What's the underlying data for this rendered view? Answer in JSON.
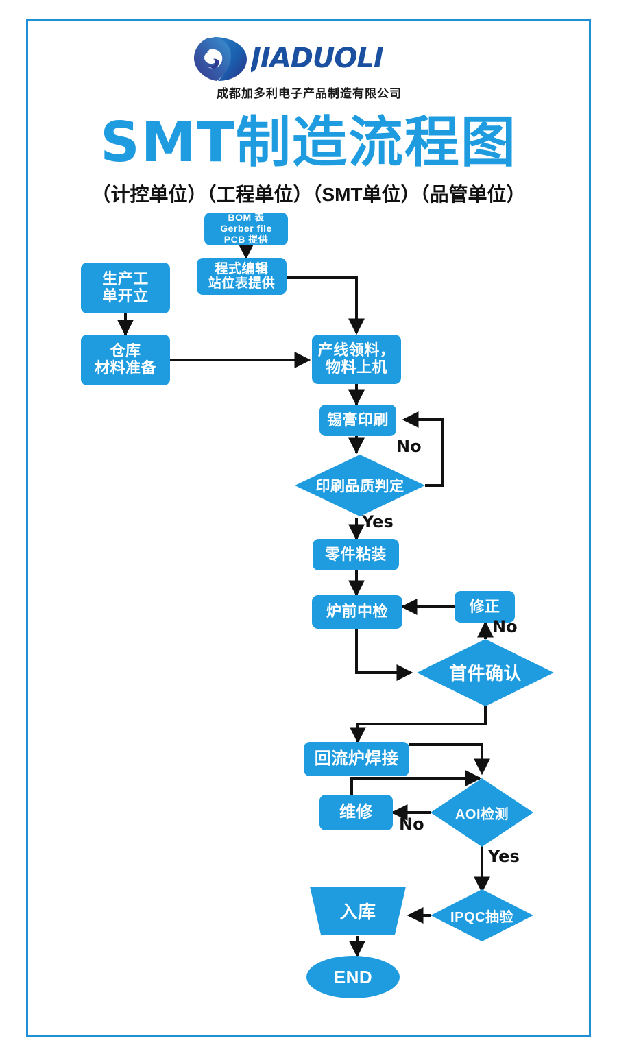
{
  "page": {
    "accent_blue": "#1f9ce0",
    "frame_blue": "#1f8fd6",
    "arrow_black": "#111111",
    "background": "#ffffff"
  },
  "header": {
    "logo_icon": "jiaduoli-swirl-logo",
    "logo_wordmark": "JIADUOLI",
    "company_name": "成都加多利电子产品制造有限公司"
  },
  "title": {
    "main": "SMT制造流程图",
    "sub": "（计控单位）（工程单位）（SMT单位）（品管单位）"
  },
  "flowchart": {
    "type": "process-flowchart",
    "nodes": [
      {
        "id": "bom",
        "shape": "rounded-rect",
        "label": "BOM 表\nGerber file\nPCB 提供"
      },
      {
        "id": "program",
        "shape": "rounded-rect",
        "label": "程式编辑\n站位表提供"
      },
      {
        "id": "workorder",
        "shape": "rounded-rect",
        "label": "生产工\n单开立"
      },
      {
        "id": "warehouse",
        "shape": "rounded-rect",
        "label": "仓库\n材料准备"
      },
      {
        "id": "feeding",
        "shape": "rounded-rect",
        "label": "产线领料，\n物料上机"
      },
      {
        "id": "printing",
        "shape": "rounded-rect",
        "label": "锡膏印刷"
      },
      {
        "id": "printqc",
        "shape": "diamond",
        "label": "印刷品质判定"
      },
      {
        "id": "placement",
        "shape": "rounded-rect",
        "label": "零件粘装"
      },
      {
        "id": "preoven",
        "shape": "rounded-rect",
        "label": "炉前中检"
      },
      {
        "id": "rework1",
        "shape": "rounded-rect",
        "label": "修正"
      },
      {
        "id": "firstarticle",
        "shape": "diamond",
        "label": "首件确认"
      },
      {
        "id": "reflow",
        "shape": "rounded-rect",
        "label": "回流炉焊接"
      },
      {
        "id": "repair",
        "shape": "rounded-rect",
        "label": "维修"
      },
      {
        "id": "aoi",
        "shape": "diamond",
        "label": "AOI检测"
      },
      {
        "id": "ipqc",
        "shape": "diamond",
        "label": "IPQC抽验"
      },
      {
        "id": "stockin",
        "shape": "trapezoid",
        "label": "入库"
      },
      {
        "id": "end",
        "shape": "ellipse",
        "label": "END"
      }
    ],
    "edge_labels": [
      {
        "id": "printqc-no",
        "text": "No"
      },
      {
        "id": "printqc-yes",
        "text": "Yes"
      },
      {
        "id": "firstarticle-no",
        "text": "No"
      },
      {
        "id": "aoi-no",
        "text": "No"
      },
      {
        "id": "aoi-yes",
        "text": "Yes"
      }
    ],
    "edges": [
      {
        "from": "bom",
        "to": "program"
      },
      {
        "from": "program",
        "to": "feeding"
      },
      {
        "from": "workorder",
        "to": "warehouse"
      },
      {
        "from": "warehouse",
        "to": "feeding"
      },
      {
        "from": "feeding",
        "to": "printing"
      },
      {
        "from": "printing",
        "to": "printqc"
      },
      {
        "from": "printqc",
        "to": "printing",
        "label": "No"
      },
      {
        "from": "printqc",
        "to": "placement",
        "label": "Yes"
      },
      {
        "from": "placement",
        "to": "preoven"
      },
      {
        "from": "preoven",
        "to": "firstarticle"
      },
      {
        "from": "firstarticle",
        "to": "rework1",
        "label": "No"
      },
      {
        "from": "rework1",
        "to": "preoven"
      },
      {
        "from": "firstarticle",
        "to": "reflow"
      },
      {
        "from": "reflow",
        "to": "aoi"
      },
      {
        "from": "aoi",
        "to": "repair",
        "label": "No"
      },
      {
        "from": "repair",
        "to": "aoi"
      },
      {
        "from": "aoi",
        "to": "ipqc",
        "label": "Yes"
      },
      {
        "from": "ipqc",
        "to": "stockin"
      },
      {
        "from": "stockin",
        "to": "end"
      }
    ]
  }
}
